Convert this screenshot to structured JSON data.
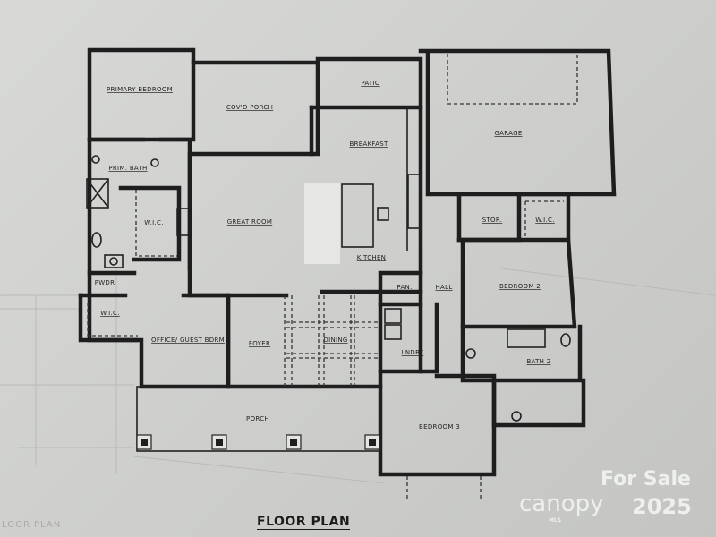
{
  "plan_title": "FLOOR PLAN",
  "ghost_title": "LOOR PLAN",
  "rooms": {
    "primary_bedroom": "PRIMARY BEDROOM",
    "covd_porch": "COV'D PORCH",
    "patio": "PATIO",
    "garage": "GARAGE",
    "prim_bath": "PRIM. BATH",
    "breakfast": "BREAKFAST",
    "great_room": "GREAT ROOM",
    "wic_primary": "W.I.C.",
    "kitchen": "KITCHEN",
    "stor": "STOR.",
    "wic_bed2": "W.I.C.",
    "pwdr": "PWDR",
    "pan": "PAN.",
    "hall": "HALL",
    "bedroom_2": "BEDROOM 2",
    "wic_office": "W.I.C.",
    "office_guest": "OFFICE/ GUEST BDRM",
    "foyer": "FOYER",
    "dining": "DINING",
    "lndry": "LNDRY",
    "bath_2": "BATH 2",
    "porch": "PORCH",
    "bedroom_3": "BEDROOM 3"
  },
  "watermark": {
    "for_sale": "For Sale",
    "brand": "canopy",
    "brand_sub": "MLS",
    "year": "2025"
  }
}
